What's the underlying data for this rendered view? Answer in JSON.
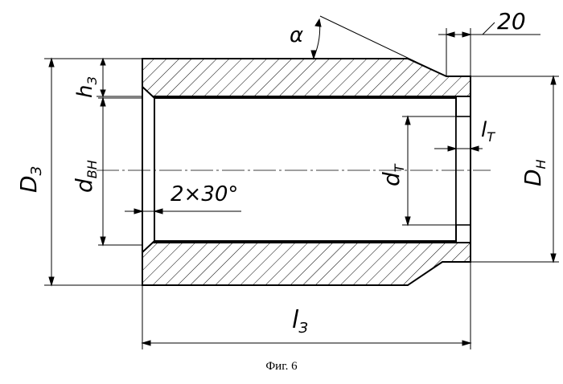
{
  "labels": {
    "dim_20": "20",
    "alpha": "α",
    "D3": "D",
    "D3_sub": "З",
    "h3": "h",
    "h3_sub": "З",
    "d_vn": "d",
    "d_vn_sub": "ВН",
    "chamfer": "2×30°",
    "d_t": "d",
    "d_t_sub": "Т",
    "l_t": "l",
    "l_t_sub": "Т",
    "D_n": "D",
    "D_n_sub": "Н",
    "l3": "l",
    "l3_sub": "З"
  },
  "caption": "Фиг. 6"
}
